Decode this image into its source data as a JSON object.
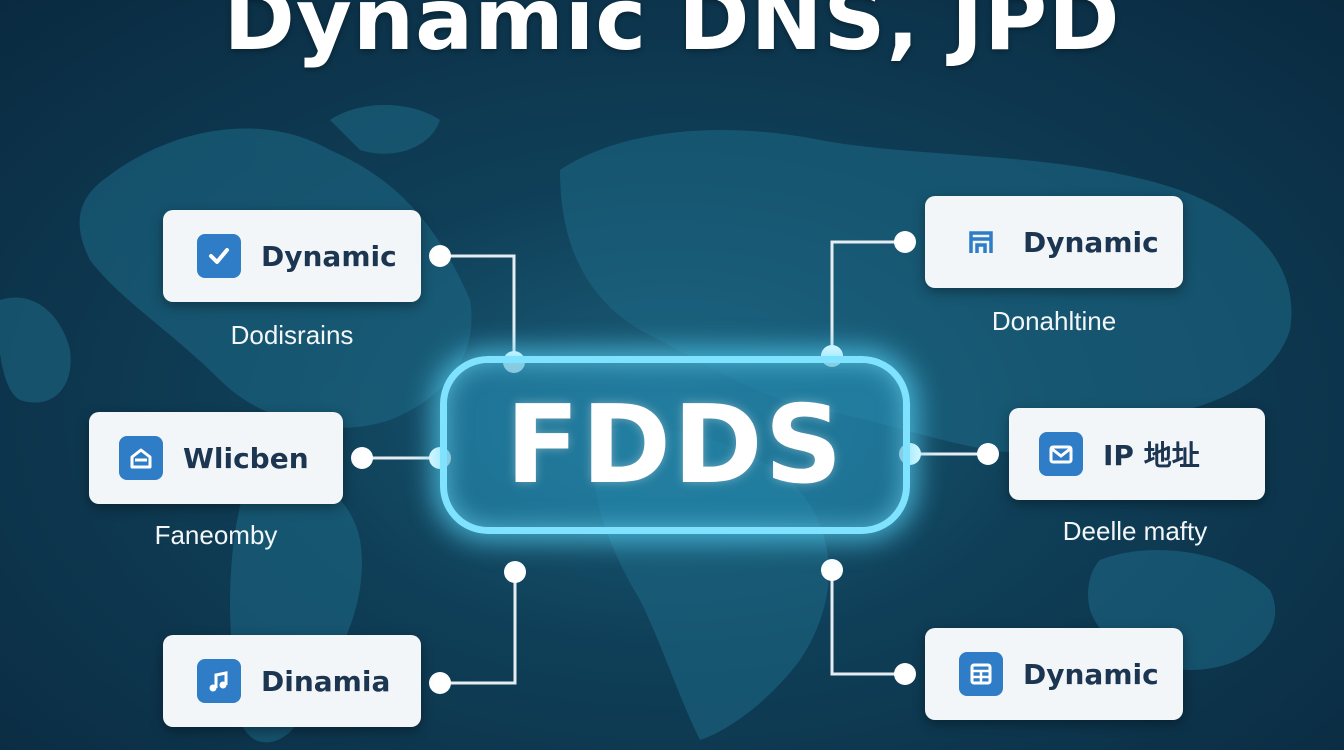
{
  "title": "Dynamic DNS, JPD",
  "hub": {
    "label": "FDDS"
  },
  "nodes": [
    {
      "label": "Dynamic",
      "caption": "Dodisrains",
      "icon": "checkmark-icon"
    },
    {
      "label": "Wlicben",
      "caption": "Faneomby",
      "icon": "home-icon"
    },
    {
      "label": "Dinamia",
      "caption": "",
      "icon": "music-note-icon"
    },
    {
      "label": "Dynamic",
      "caption": "Donahltine",
      "icon": "building-icon"
    },
    {
      "label": "IP 地址",
      "caption": "Deelle mafty",
      "icon": "mail-icon"
    },
    {
      "label": "Dynamic",
      "caption": "",
      "icon": "calendar-icon"
    }
  ],
  "colors": {
    "background": "#0f3f58",
    "card": "#f3f6f9",
    "icon": "#2f7cc7",
    "connector": "#e6edf2",
    "hub_border": "#7fe3ff"
  }
}
